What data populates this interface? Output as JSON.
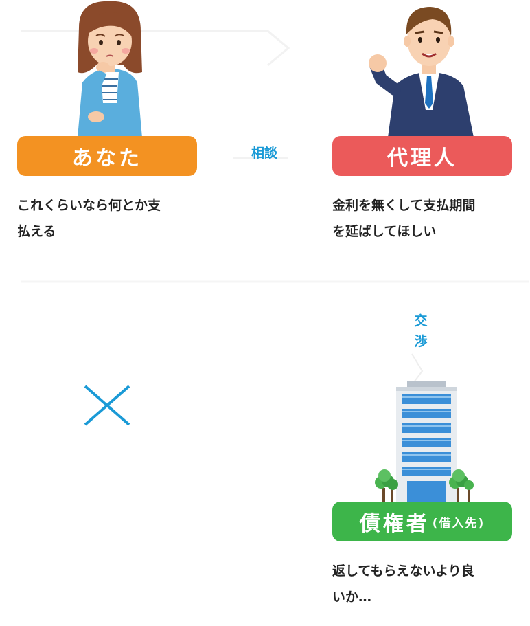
{
  "you": {
    "label": "あなた",
    "color": "#f39222",
    "desc_line1": "これくらいなら何とか支",
    "desc_line2": "払える"
  },
  "agent": {
    "label": "代理人",
    "color": "#eb5a5a",
    "desc_line1": "金利を無くして支払期間",
    "desc_line2": "を延ばしてほしい"
  },
  "creditor": {
    "label": "債権者",
    "sub": "(借入先)",
    "color": "#3db54a",
    "desc_line1": "返してもらえないより良",
    "desc_line2": "いか…"
  },
  "relations": {
    "consult": "相談",
    "negotiate_1": "交",
    "negotiate_2": "渉"
  },
  "accent_color": "#1a9ad6"
}
